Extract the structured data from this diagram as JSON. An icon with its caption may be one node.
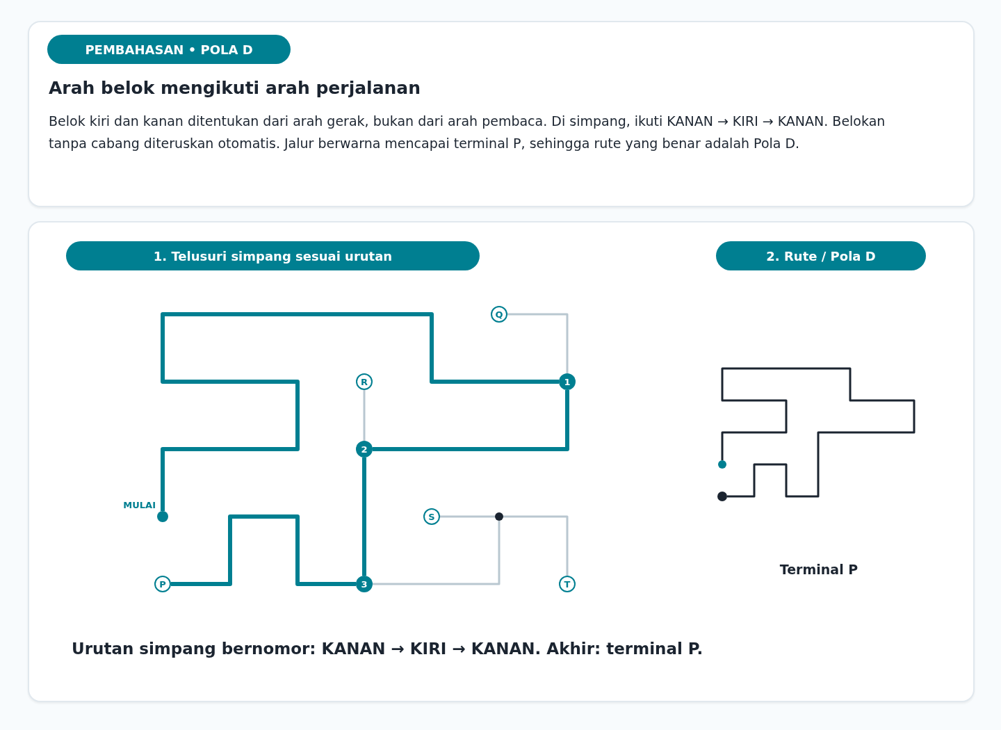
{
  "diagram": {
    "title": "Arah belok mengikuti arah perjalanan",
    "nodes": [
      {
        "text": [
          "PEMBAHASAN • POLA D"
        ]
      },
      {
        "text": [
          "1. Telusuri simpang sesuai urutan"
        ]
      },
      {
        "text": [
          "2. Rute / Pola D"
        ]
      },
      {
        "text": [
          "Q"
        ]
      },
      {
        "text": [
          "R"
        ]
      },
      {
        "text": [
          "1"
        ]
      },
      {
        "text": [
          "2"
        ]
      },
      {
        "text": [],
        "shape": "circle",
        "beside": [
          "MULAI"
        ]
      },
      {
        "text": [],
        "shape": "circle"
      },
      {
        "text": [
          "S"
        ]
      },
      {
        "text": [
          "P"
        ]
      },
      {
        "text": [
          "3"
        ]
      },
      {
        "text": [
          "T"
        ]
      },
      {
        "text": [],
        "shape": "circle"
      },
      {
        "text": [],
        "shape": "circle"
      }
    ],
    "edges": [
      {
        "from": 7,
        "to": 5,
        "arrow": "none",
        "style": "thick",
        "color": "#007f91"
      },
      {
        "from": 5,
        "to": 6,
        "arrow": "none",
        "style": "thick",
        "color": "#007f91"
      },
      {
        "from": 6,
        "to": 11,
        "arrow": "none",
        "style": "thick",
        "color": "#007f91"
      },
      {
        "from": 11,
        "to": 10,
        "arrow": "none",
        "style": "thick",
        "color": "#007f91"
      },
      {
        "from": 3,
        "to": 5,
        "arrow": "none",
        "color": "#b9c7d0"
      },
      {
        "from": 4,
        "to": 6,
        "arrow": "none",
        "color": "#b9c7d0"
      },
      {
        "from": 11,
        "to": 8,
        "arrow": "none",
        "color": "#b9c7d0"
      },
      {
        "from": 9,
        "to": 8,
        "arrow": "none",
        "color": "#b9c7d0"
      },
      {
        "from": 8,
        "to": 12,
        "arrow": "none",
        "color": "#b9c7d0"
      },
      {
        "from": 13,
        "to": 14,
        "arrow": "none",
        "color": "#1b2430"
      }
    ],
    "labels": [
      "Belok kiri dan kanan ditentukan dari arah gerak, bukan dari arah pembaca. Di simpang, ikuti KANAN → KIRI → KANAN. Belokan tanpa cabang diteruskan otomatis. Jalur berwarna mencapai terminal P, sehingga rute yang benar adalah Pola D.",
      "Terminal P",
      "Urutan simpang bernomor: KANAN → KIRI → KANAN. Akhir: terminal P."
    ]
  }
}
